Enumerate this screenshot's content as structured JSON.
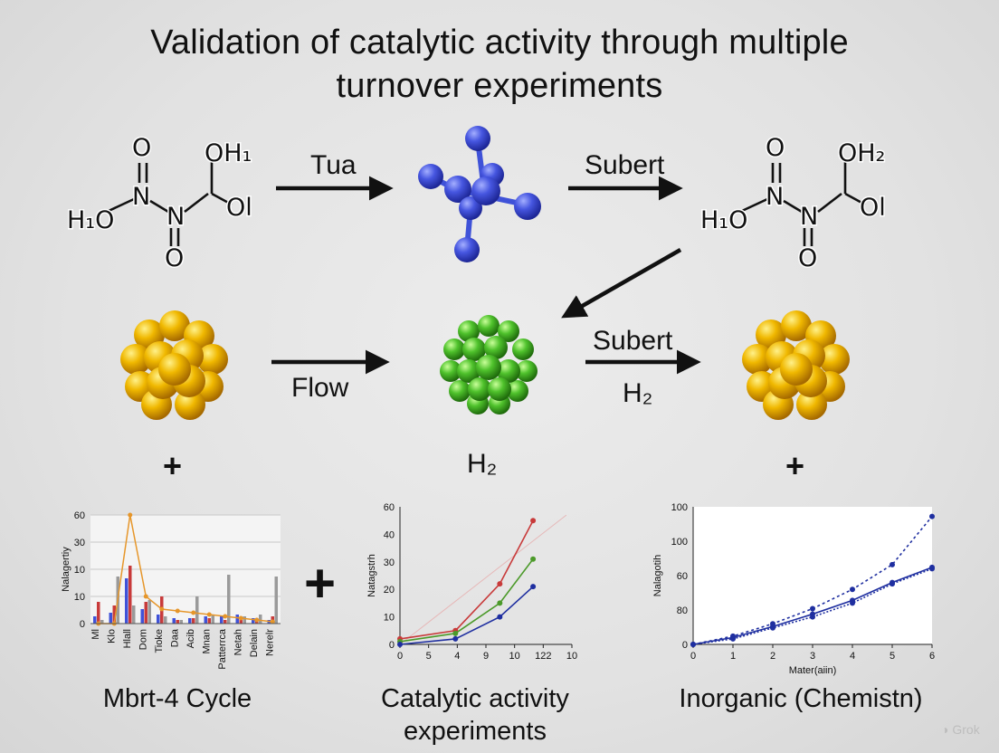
{
  "title_line1": "Validation of catalytic activity through multiple",
  "title_line2": "turnover experiments",
  "molecule_left": {
    "o_top": "O",
    "oh": "OH₁",
    "n1": "N",
    "n2": "N",
    "ho": "H₁O",
    "ol": "Ol",
    "o_bottom": "O"
  },
  "molecule_right": {
    "o_top": "O",
    "oh": "OH₂",
    "n1": "N",
    "n2": "N",
    "ho": "H₁O",
    "ol": "Ol",
    "o_bottom": "O"
  },
  "arrow_labels": {
    "top_left": "Tua",
    "top_right": "Subert",
    "middle_left": "Flow",
    "middle_right_top": "Subert",
    "middle_right_bottom": "H₂"
  },
  "row3": {
    "plus_left": "+",
    "h2_label": "H₂",
    "plus_right": "+",
    "plus_big": "+"
  },
  "captions": {
    "left": "Mbrt-4 Cycle",
    "middle_line1": "Catalytic activity",
    "middle_line2": "experiments",
    "right": "Inorganic (Chemistn)"
  },
  "watermark": "Grok",
  "colors": {
    "gold": "#e8b000",
    "green": "#4fc22c",
    "blue": "#3f52d8",
    "red": "#c83a3a",
    "orange": "#e6962a",
    "gray": "#9a9a9a",
    "navy": "#1f2fa0"
  },
  "chart_data": [
    {
      "type": "bar",
      "categories": [
        "Ml",
        "Klo",
        "Hlall",
        "Dom",
        "Tioke",
        "Daa",
        "Acib",
        "Mnan",
        "Patterrca",
        "Netah",
        "Delain",
        "Nerelr"
      ],
      "ylabel": "Nalagertiy",
      "y_ticks": [
        "0",
        "10",
        "10",
        "30",
        "60"
      ],
      "ylim": [
        0,
        60
      ],
      "series": [
        {
          "values": [
            4,
            6,
            25,
            8,
            5,
            3,
            3,
            4,
            4,
            5,
            3,
            2
          ]
        },
        {
          "values": [
            12,
            10,
            32,
            12,
            15,
            2,
            3,
            3,
            2,
            2,
            2,
            4
          ]
        },
        {
          "values": [
            2,
            26,
            10,
            13,
            4,
            2,
            15,
            5,
            27,
            4,
            5,
            26
          ]
        },
        {
          "values": [
            0,
            0,
            60,
            15,
            8,
            7,
            6,
            5,
            4,
            3,
            2,
            1
          ]
        }
      ],
      "grid": true
    },
    {
      "type": "line",
      "ylabel": "Natagstrh",
      "x_ticks": [
        "0",
        "5",
        "4",
        "9",
        "10",
        "122",
        "10"
      ],
      "y_ticks": [
        "0",
        "10",
        "20",
        "30",
        "40",
        "60"
      ],
      "series": [
        {
          "x": [
            0,
            5,
            9,
            12
          ],
          "y": [
            2,
            5,
            22,
            45
          ]
        },
        {
          "x": [
            0,
            5,
            9,
            12
          ],
          "y": [
            1,
            4,
            15,
            31
          ]
        },
        {
          "x": [
            0,
            5,
            9,
            12
          ],
          "y": [
            0,
            2,
            10,
            21
          ]
        }
      ],
      "grid": false
    },
    {
      "type": "line",
      "xlabel": "Mater(aiin)",
      "ylabel": "Nalagotih",
      "x_ticks": [
        "0",
        "1",
        "2",
        "3",
        "4",
        "5",
        "6"
      ],
      "y_ticks": [
        "0",
        "80",
        "60",
        "100",
        "100"
      ],
      "series": [
        {
          "x": [
            0,
            1,
            2,
            3,
            4,
            5,
            6
          ],
          "y": [
            0,
            6,
            15,
            26,
            40,
            58,
            93
          ]
        },
        {
          "x": [
            0,
            1,
            2,
            3,
            4,
            5,
            6
          ],
          "y": [
            0,
            5,
            13,
            22,
            32,
            45,
            56
          ]
        },
        {
          "x": [
            0,
            1,
            2,
            3,
            4,
            5,
            6
          ],
          "y": [
            0,
            4,
            12,
            20,
            30,
            44,
            55
          ]
        }
      ],
      "grid": false
    }
  ]
}
